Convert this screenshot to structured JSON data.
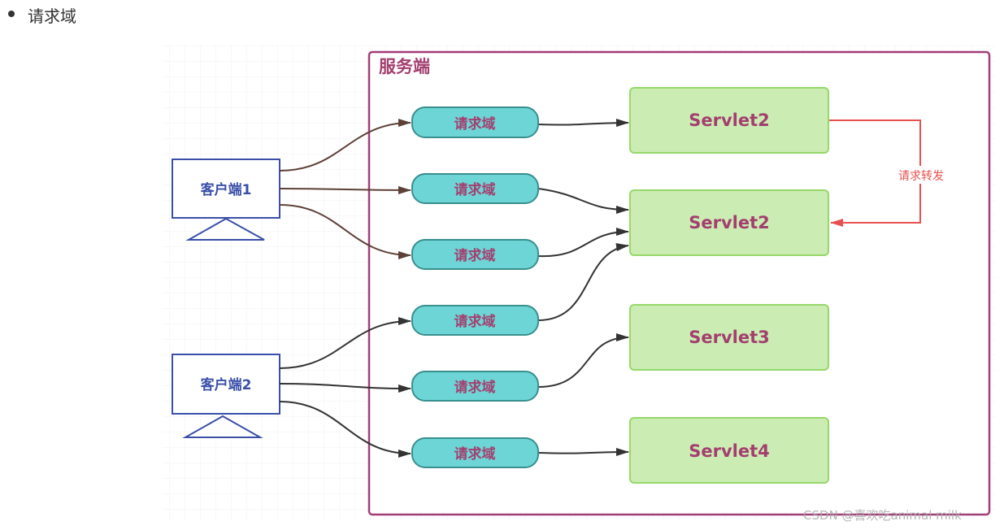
{
  "heading": "请求域",
  "diagram": {
    "server_title": "服务端",
    "clients": [
      "客户端1",
      "客户端2"
    ],
    "request_scopes": [
      "请求域",
      "请求域",
      "请求域",
      "请求域",
      "请求域",
      "请求域"
    ],
    "servlets": [
      "Servlet2",
      "Servlet2",
      "Servlet3",
      "Servlet4"
    ],
    "forward_label": "请求转发",
    "colors": {
      "server_border": "#a33d78",
      "client": "#3a4fa8",
      "pill_fill": "#6dd5d5",
      "pill_border": "#3a8f8f",
      "servlet_fill": "#cbedb3",
      "servlet_border": "#96d86a",
      "text": "#a33f6f",
      "forward": "#e85050"
    }
  },
  "watermark": "CSDN @喜欢吃animal milk"
}
